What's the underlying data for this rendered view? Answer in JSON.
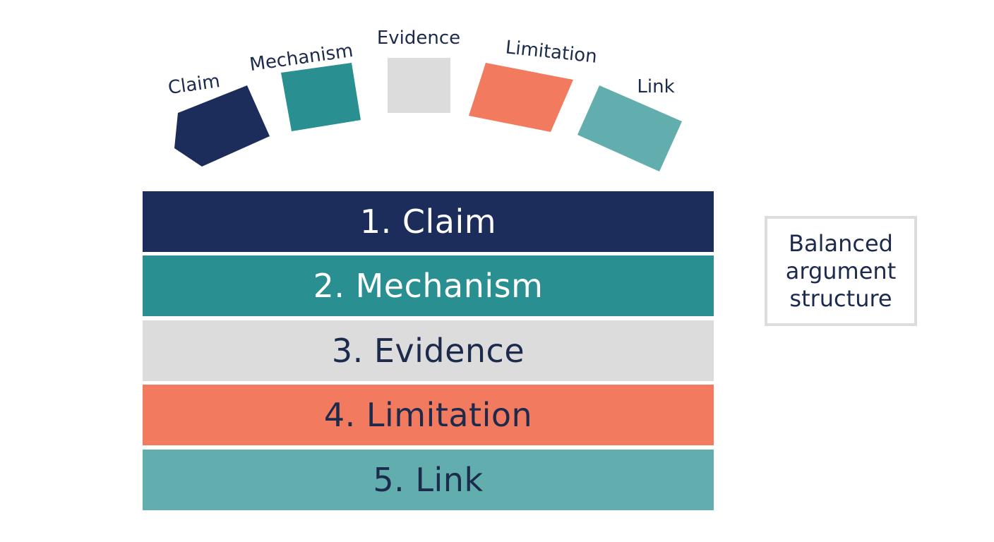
{
  "colors": {
    "navy": "#1c2d5b",
    "teal": "#2a8f91",
    "gray": "#dcdcdd",
    "coral": "#f27a5e",
    "light_teal": "#62adae",
    "dark_text": "#1c2a4c",
    "light_text": "#ffffff"
  },
  "pieces": [
    {
      "label": "Claim",
      "color": "#1c2d5b"
    },
    {
      "label": "Mechanism",
      "color": "#2a8f91"
    },
    {
      "label": "Evidence",
      "color": "#dcdcdd"
    },
    {
      "label": "Limitation",
      "color": "#f27a5e"
    },
    {
      "label": "Link",
      "color": "#62adae"
    }
  ],
  "stack": [
    {
      "label": "1. Claim",
      "color": "#1c2d5b",
      "text_color": "#ffffff"
    },
    {
      "label": "2. Mechanism",
      "color": "#2a8f91",
      "text_color": "#ffffff"
    },
    {
      "label": "3. Evidence",
      "color": "#dcdcdd",
      "text_color": "#1c2a4c"
    },
    {
      "label": "4. Limitation",
      "color": "#f27a5e",
      "text_color": "#1c2a4c"
    },
    {
      "label": "5. Link",
      "color": "#62adae",
      "text_color": "#1c2a4c"
    }
  ],
  "note": {
    "text": "Balanced argument structure"
  }
}
